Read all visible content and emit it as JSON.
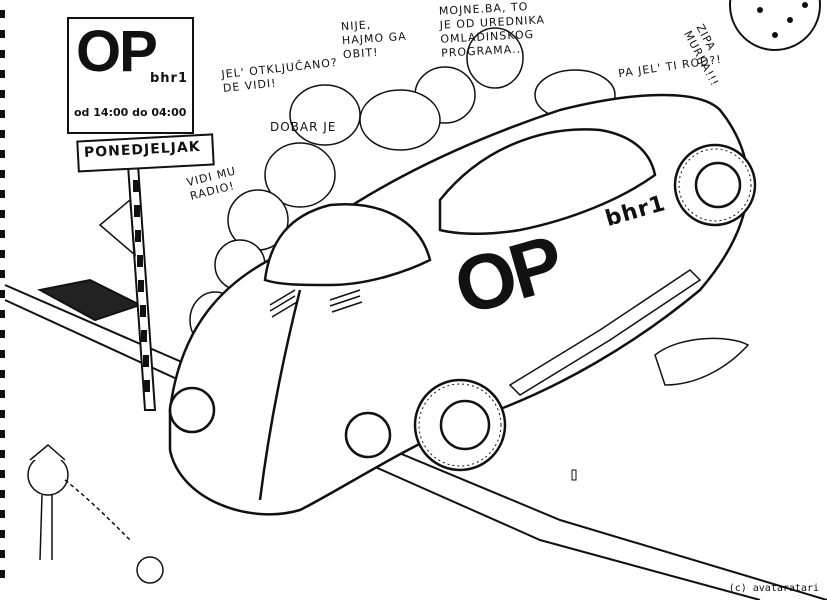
{
  "sign": {
    "logo_op": "OP",
    "logo_bhr": "bhr1",
    "schedule": "od 14:00 do 04:00",
    "day": "PONEDJELJAK"
  },
  "car_logo": {
    "op": "OP",
    "bhr": "bhr1"
  },
  "speech": {
    "unlocked": "JEL' OTKLJUČANO?\nDE VIDI!",
    "dobar_je": "DOBAR JE",
    "vidi_mu_radio": "VIDI MU\nRADIO!",
    "nije": "NIJE,\nHAJMO GA\nOBIT!",
    "mojne": "MOJNE.BA, TO\nJE OD UREDNIKA\nOMLADINSKOG\nPROGRAMA...",
    "pa_jel": "PA JEL' TI ROD?!",
    "zipa": "ZIPA\nMURIJA!!!"
  },
  "credit": "(c) avataratari"
}
